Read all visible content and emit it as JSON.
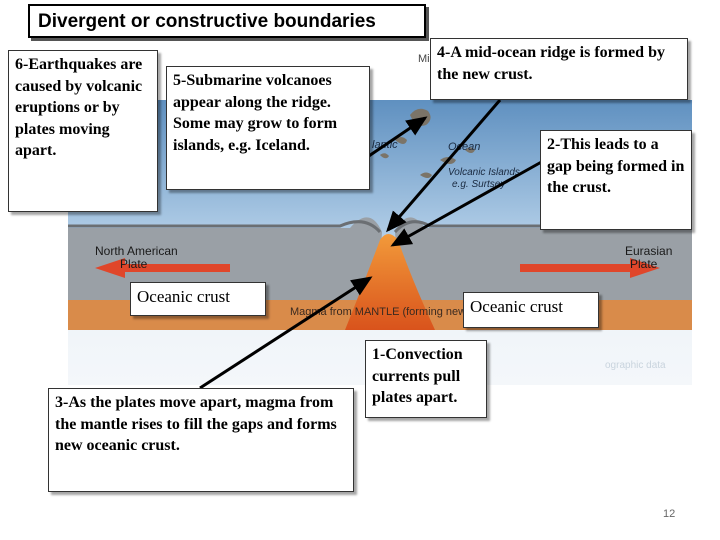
{
  "title": "Divergent or constructive boundaries",
  "callouts": {
    "c6": "6-Earthquakes are caused by volcanic eruptions or by plates moving apart.",
    "c5": "5-Submarine volcanoes appear along the ridge. Some may grow to form islands, e.g. Iceland.",
    "c4": "4-A mid-ocean ridge is formed by the new crust.",
    "c2": "2-This leads to a gap being formed in the crust.",
    "oceanic_left": "Oceanic crust",
    "oceanic_right": "Oceanic crust",
    "c1": "1-Convection currents pull plates apart.",
    "c3": "3-As the plates move apart, magma from the mantle rises to fill the gaps and forms new oceanic crust."
  },
  "map_labels": {
    "north_american": [
      "North American",
      "Plate"
    ],
    "eurasian": [
      "Eurasian",
      "Plate"
    ],
    "magma": "Magma from MANTLE (forming new",
    "ocean": "Ocean",
    "volcanic_islands": [
      "Volcanic Islands",
      "e.g. Surtsey"
    ],
    "atlantic_fragment": "lantic",
    "mi_fragment": "Mi",
    "watermark": "ographic data"
  },
  "page_number": "12",
  "colors": {
    "ocean_top": "#6f9ec9",
    "ocean_bottom": "#a9c8e6",
    "crust": "#8a8f95",
    "magma": "#e8731f",
    "arrow": "#e0462a"
  }
}
